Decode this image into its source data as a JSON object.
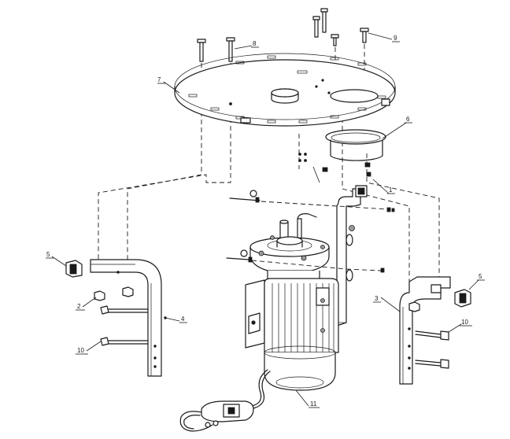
{
  "callouts": {
    "c1": "1",
    "c2": "2",
    "c3": "3",
    "c4": "4",
    "c5a": "5",
    "c5b": "5",
    "c6": "6",
    "c7": "7",
    "c8": "8",
    "c9": "9",
    "c10a": "10",
    "c10b": "10",
    "c11": "11"
  }
}
